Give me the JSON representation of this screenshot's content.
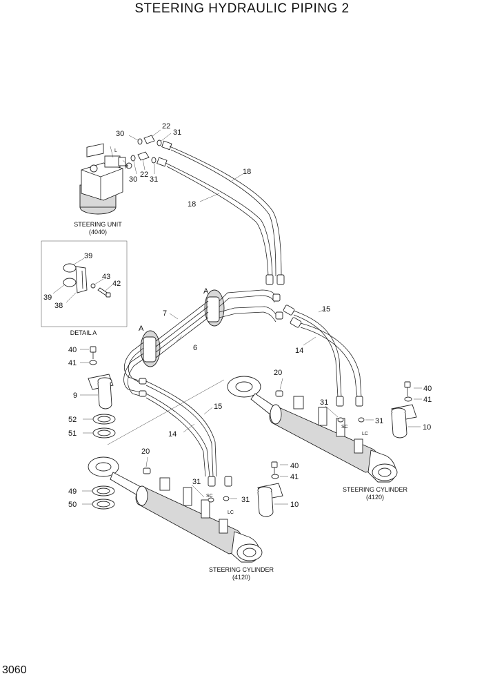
{
  "title": "STEERING HYDRAULIC PIPING 2",
  "page_number": "3060",
  "captions": {
    "steering_unit": "STEERING UNIT",
    "steering_unit_code": "(4040)",
    "detail": "DETAIL A",
    "cylinder_right": "STEERING CYLINDER",
    "cylinder_right_code": "(4120)",
    "cylinder_left": "STEERING CYLINDER",
    "cylinder_left_code": "(4120)"
  },
  "port_marks": {
    "l": "L",
    "r": "R",
    "sc1": "SC",
    "lc1": "LC",
    "sc2": "SC",
    "lc2": "LC"
  },
  "view_marks": {
    "a1": "A",
    "a2": "A"
  },
  "callouts": {
    "su_30a": "30",
    "su_22a": "22",
    "su_31a": "31",
    "su_30b": "30",
    "su_22b": "22",
    "su_31b": "31",
    "h18a": "18",
    "h18b": "18",
    "d39a": "39",
    "d43": "43",
    "d42": "42",
    "d39b": "39",
    "d38": "38",
    "p7": "7",
    "p6": "6",
    "h15a": "15",
    "h14a": "14",
    "rc_20": "20",
    "rc_31": "31",
    "rc_31b": "31",
    "rc_40": "40",
    "rc_41": "41",
    "rc_10": "10",
    "l_40": "40",
    "l_41": "41",
    "l_9": "9",
    "l_52": "52",
    "l_51": "51",
    "h15b": "15",
    "h14b": "14",
    "lc_20": "20",
    "lc_31": "31",
    "lc_31b": "31",
    "lc_40": "40",
    "lc_41": "41",
    "lc_10": "10",
    "l_49": "49",
    "l_50": "50"
  }
}
